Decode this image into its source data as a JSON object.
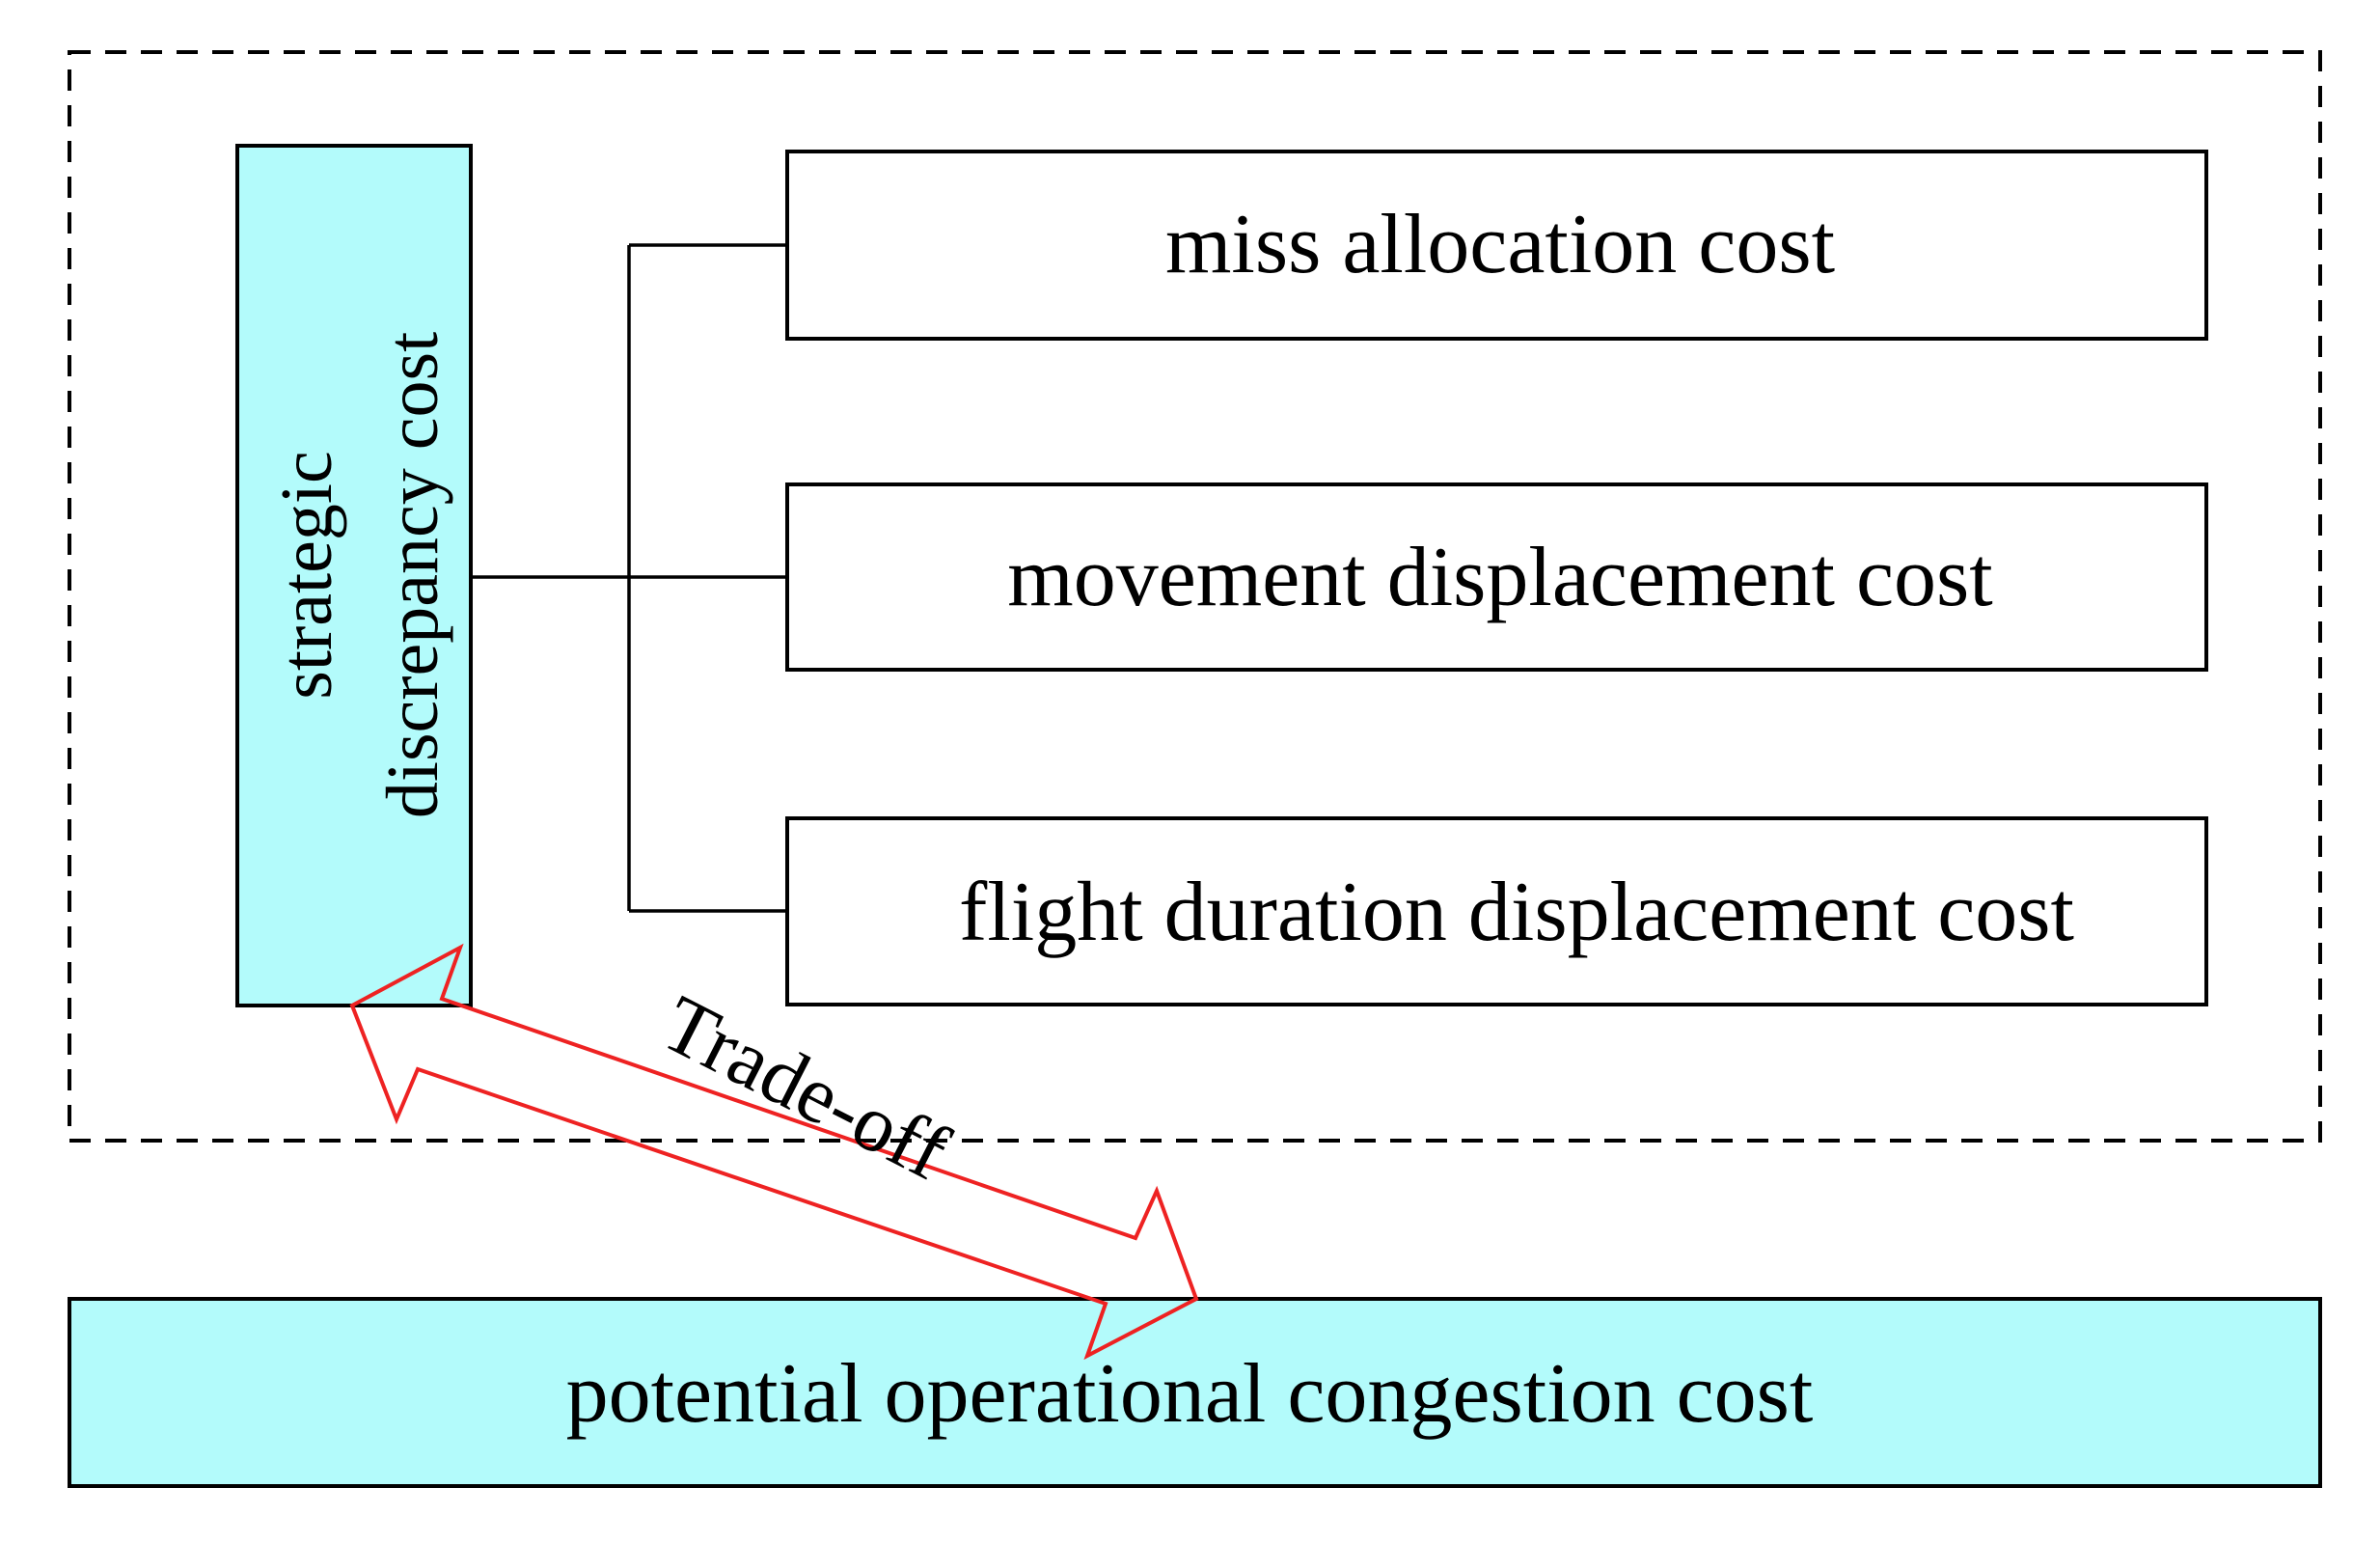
{
  "diagram": {
    "root": {
      "line1": "strategic",
      "line2": "discrepancy cost"
    },
    "components": [
      {
        "label": "miss allocation cost"
      },
      {
        "label": "movement displacement cost"
      },
      {
        "label": "flight duration displacement cost"
      }
    ],
    "tradeoff_label": "Trade-off",
    "bottom": {
      "label": "potential operational congestion cost"
    }
  },
  "colors": {
    "cyan_fill": "#b3fbfb",
    "outline": "#000000",
    "arrow": "#ee2222"
  }
}
